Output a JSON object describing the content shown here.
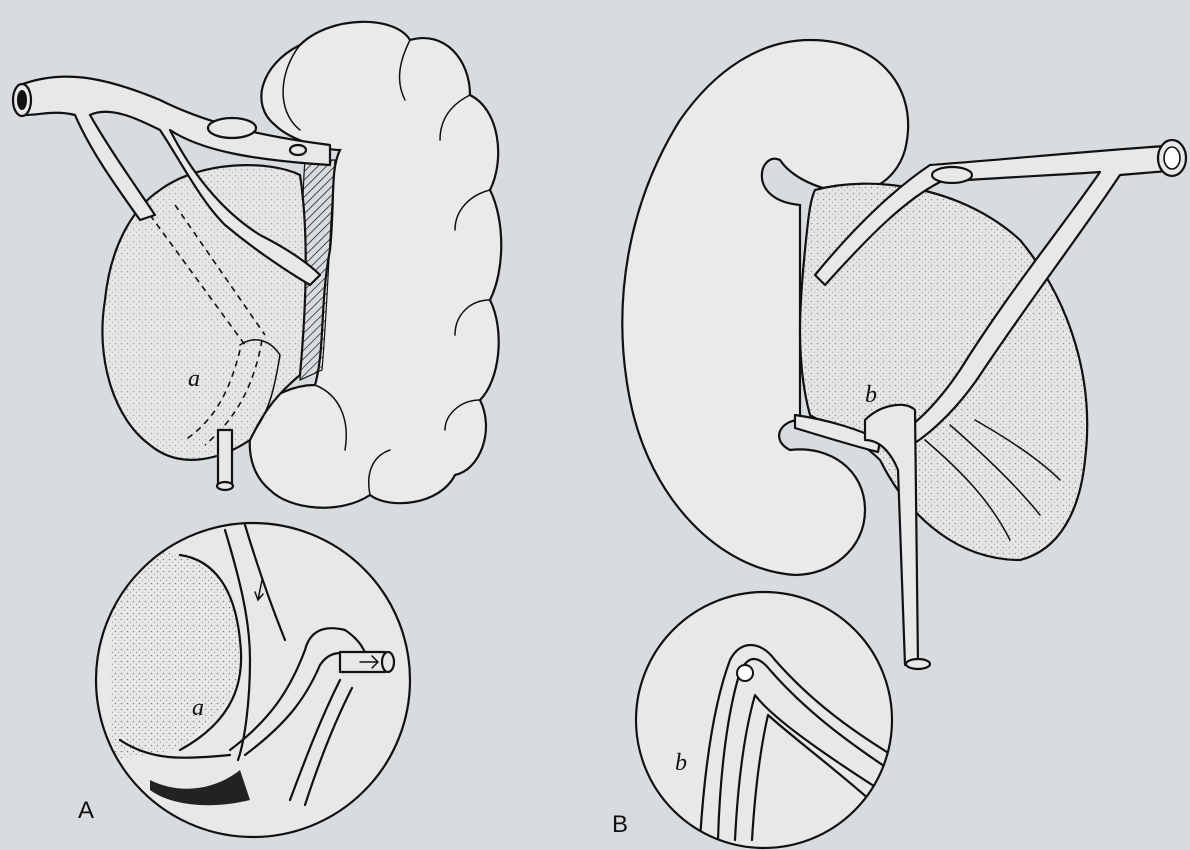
{
  "figure": {
    "panel_a_label": "A",
    "panel_b_label": "B",
    "label_a_main": "a",
    "label_a_inset": "a",
    "label_b_main": "b",
    "label_b_inset": "b"
  },
  "colors": {
    "background": "#d9dcdf",
    "ink": "#111111",
    "paper": "#e8eaec"
  }
}
